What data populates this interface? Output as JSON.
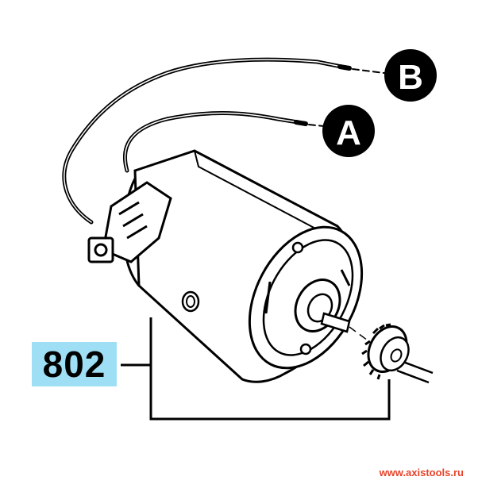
{
  "diagram": {
    "callouts": [
      {
        "id": "B",
        "label": "B"
      },
      {
        "id": "A",
        "label": "A"
      }
    ],
    "part_number": "802",
    "watermark": "www.axistools.ru",
    "colors": {
      "ink": "#000000",
      "label_bg": "#9fdff5",
      "watermark": "#e8432a"
    }
  }
}
